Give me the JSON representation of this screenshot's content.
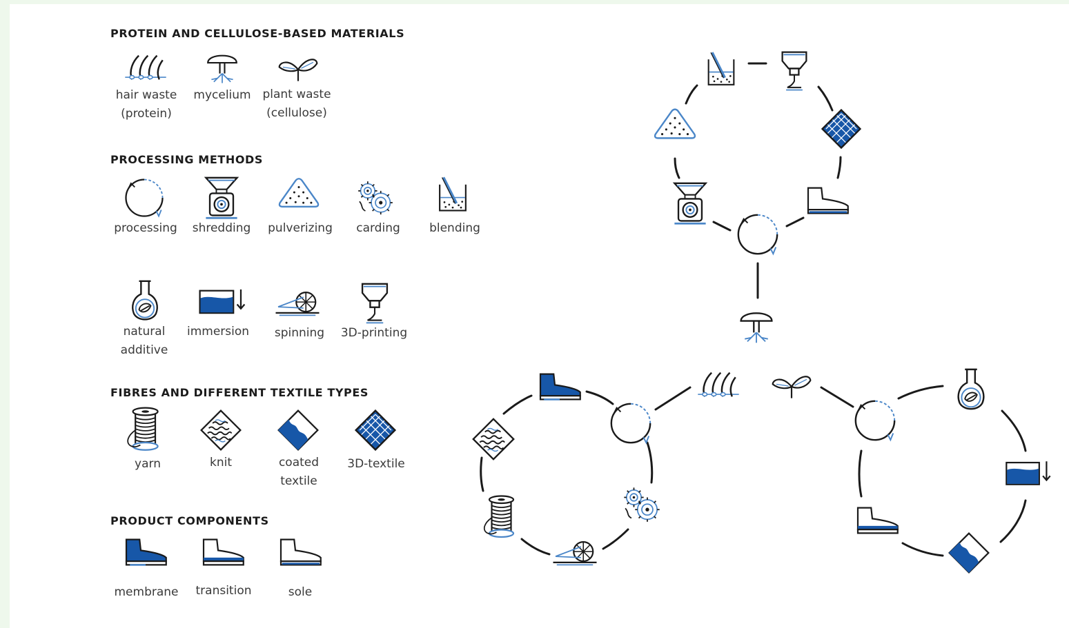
{
  "sections": {
    "materials": "PROTEIN AND CELLULOSE-BASED MATERIALS",
    "processing": "PROCESSING METHODS",
    "fibres": "FIBRES AND DIFFERENT TEXTILE TYPES",
    "product": "PRODUCT COMPONENTS"
  },
  "materials": {
    "hair_l1": "hair waste",
    "hair_l2": "(protein)",
    "mycelium": "mycelium",
    "plant_l1": "plant waste",
    "plant_l2": "(cellulose)"
  },
  "processing": {
    "processing": "processing",
    "shredding": "shredding",
    "pulverizing": "pulverizing",
    "carding": "carding",
    "blending": "blending",
    "natural_l1": "natural",
    "natural_l2": "additive",
    "immersion": "immersion",
    "spinning": "spinning",
    "printing": "3D-printing"
  },
  "fibres": {
    "yarn": "yarn",
    "knit": "knit",
    "coated_l1": "coated",
    "coated_l2": "textile",
    "textile3d": "3D-textile"
  },
  "product": {
    "membrane": "membrane",
    "transition": "transition",
    "sole": "sole"
  },
  "colors": {
    "accent": "#1757a8",
    "line": "#1a1a1a",
    "light": "#4a86c8"
  }
}
